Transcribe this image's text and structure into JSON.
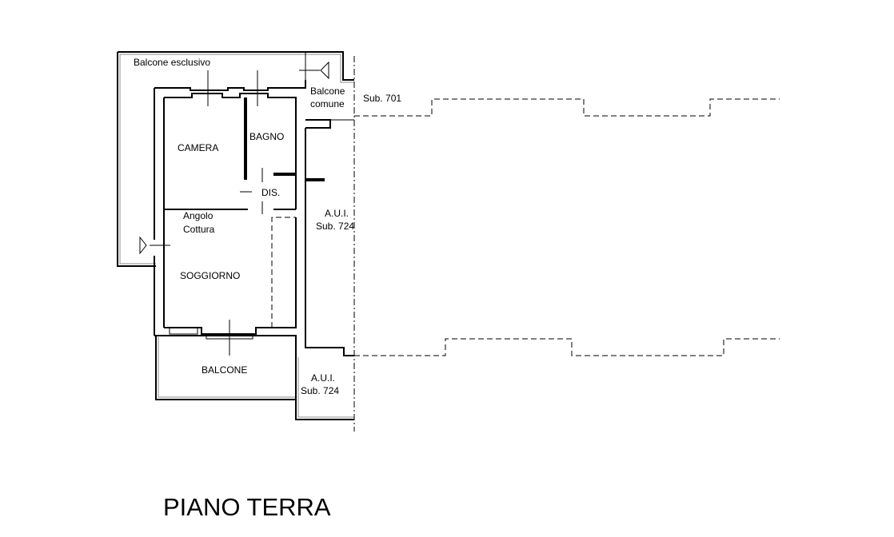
{
  "title": "PIANO TERRA",
  "rooms": {
    "balcone_esclusivo": "Balcone esclusivo",
    "balcone_comune_1": "Balcone",
    "balcone_comune_2": "comune",
    "camera": "CAMERA",
    "bagno": "BAGNO",
    "dis": "DIS.",
    "angolo_1": "Angolo",
    "angolo_2": "Cottura",
    "soggiorno": "SOGGIORNO",
    "balcone": "BALCONE"
  },
  "neighbours": {
    "sub701": "Sub. 701",
    "aui_upper_1": "A.U.I.",
    "aui_upper_2": "Sub. 724",
    "aui_lower_1": "A.U.I.",
    "aui_lower_2": "Sub. 724"
  }
}
